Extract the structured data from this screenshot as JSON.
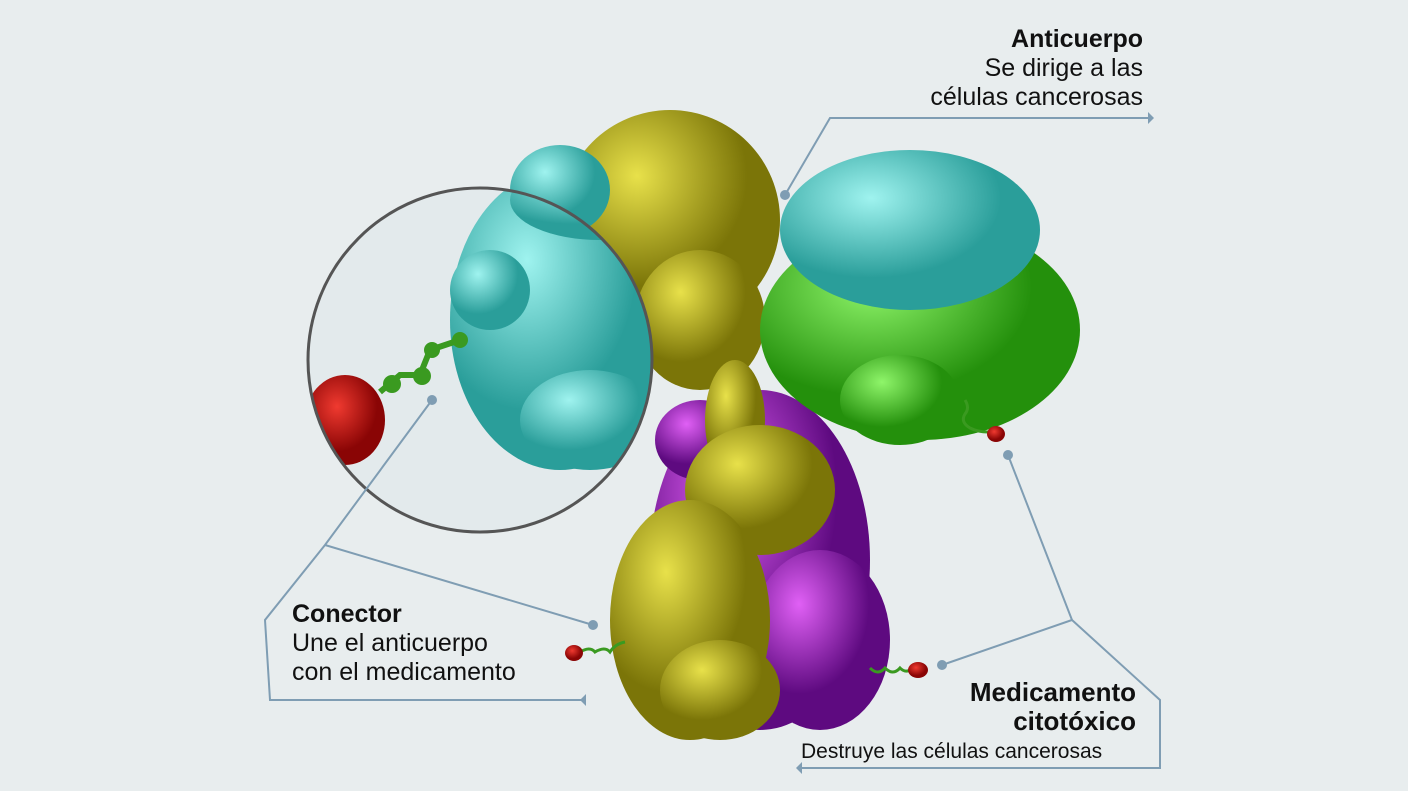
{
  "labels": {
    "antibody": {
      "title": "Anticuerpo",
      "line1": "Se dirige a las",
      "line2": "células cancerosas"
    },
    "linker": {
      "title": "Conector",
      "line1": "Une el anticuerpo",
      "line2": "con el medicamento"
    },
    "drug": {
      "title1": "Medicamento",
      "title2": "citotóxico",
      "desc": "Destruye las células cancerosas"
    }
  },
  "colors": {
    "background": "#e8edee",
    "leader": "#7f9db3",
    "cyan": "#4fd3cf",
    "yellow": "#c8c020",
    "green": "#3fd21a",
    "purple": "#9a1fc0",
    "drug": "#c4120f",
    "linker": "#3a9a20"
  }
}
